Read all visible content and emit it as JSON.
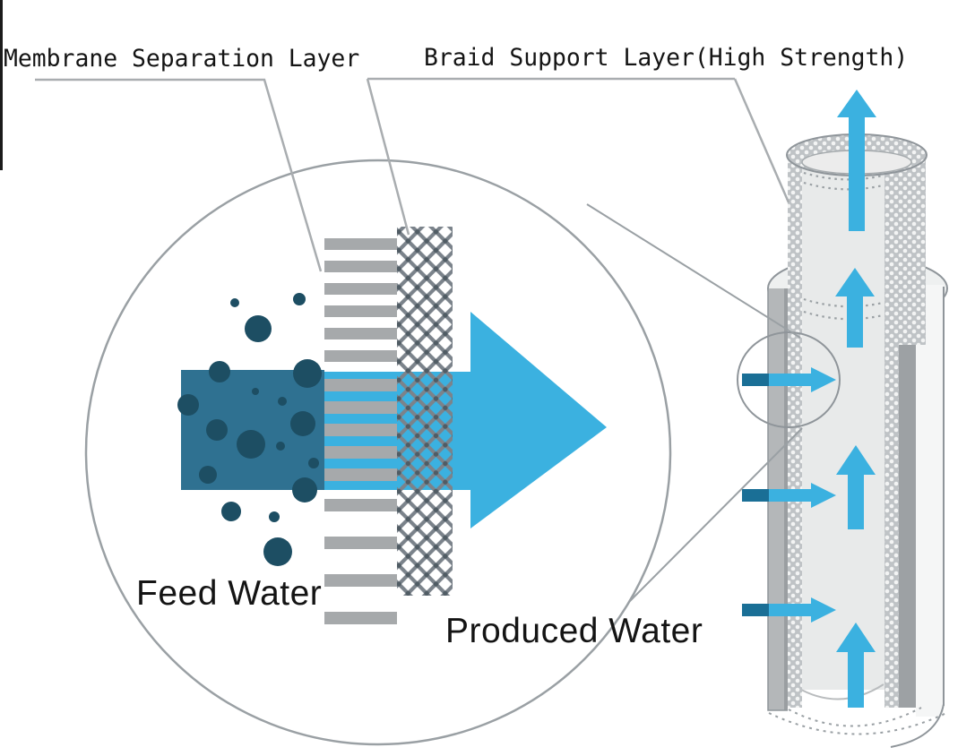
{
  "labels": {
    "membrane_separation": "Membrane Separation Layer",
    "braid_support": "Braid Support Layer(High Strength)",
    "feed_water": "Feed Water",
    "produced_water": "Produced Water"
  },
  "colors": {
    "flow_cyan": "#3bb1e0",
    "feed_water_teal": "#2f7191",
    "particle_teal": "#1d4e63",
    "inflow_arrow_dark_teal": "#1a6f96",
    "membrane_stripe_gray": "#a6a9ab",
    "braid_lattice_gray": "#7b838b",
    "outline_gray": "#9aa0a4",
    "cylinder_wall_gray": "#b4b7b9",
    "lumen_light_gray": "#e8eaea"
  }
}
